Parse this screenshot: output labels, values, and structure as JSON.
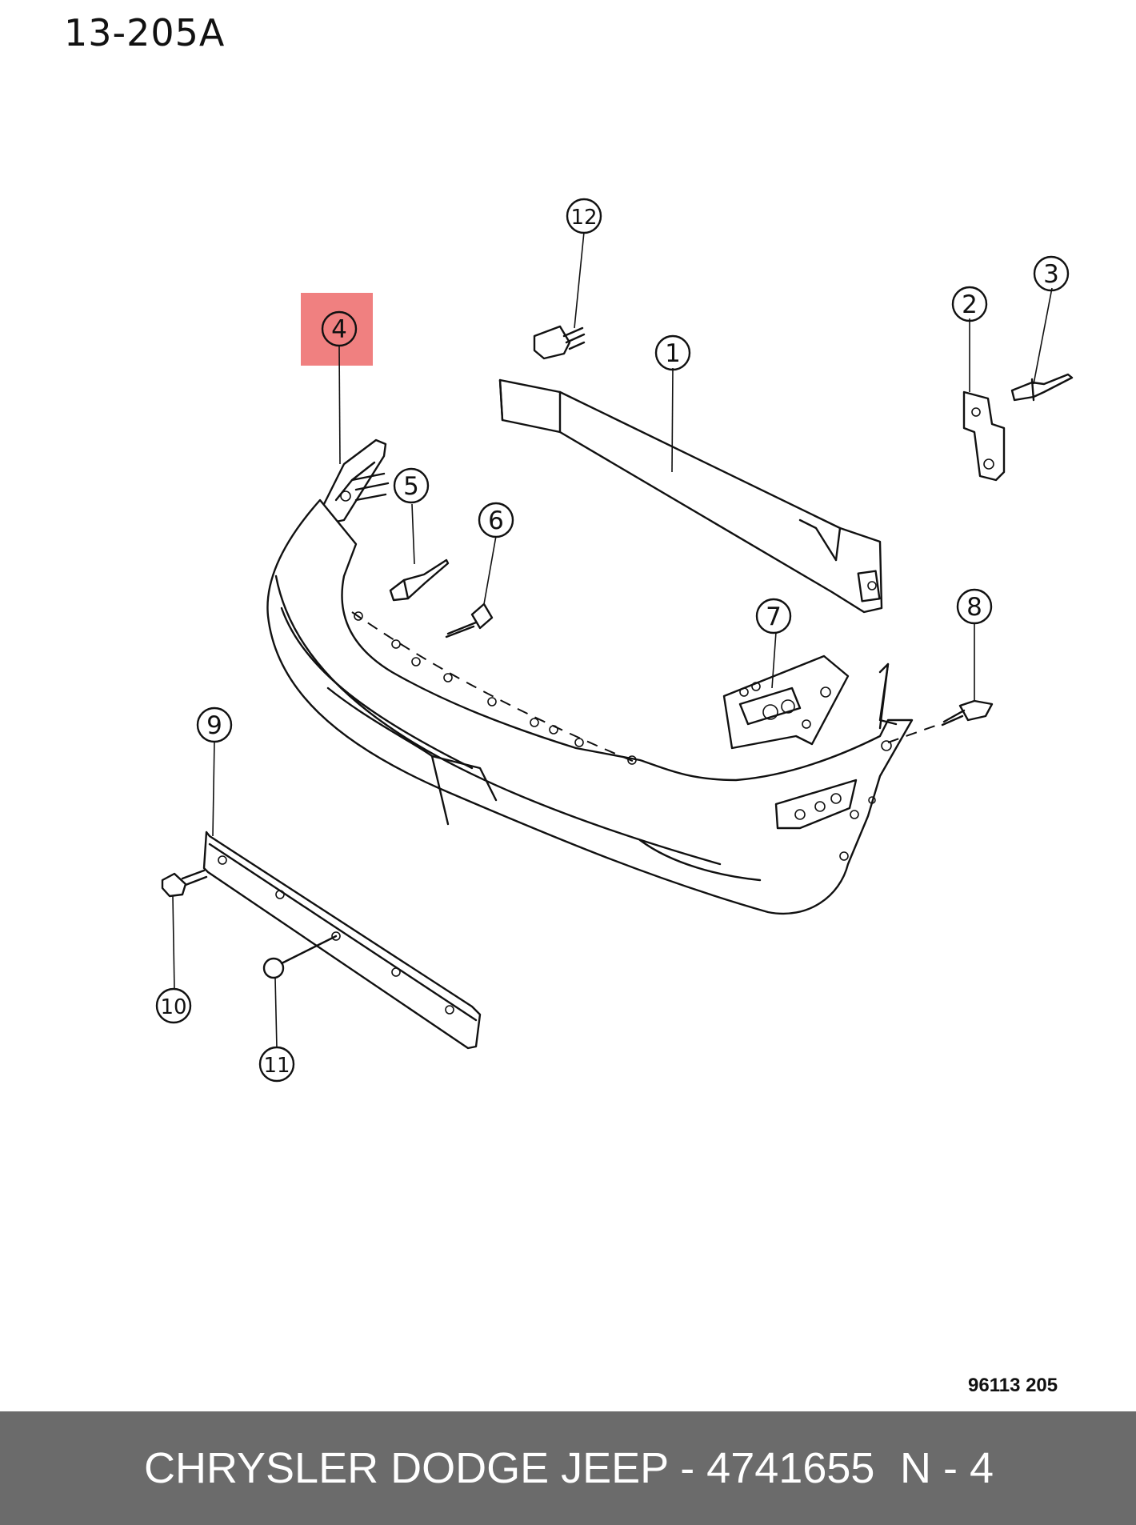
{
  "header": {
    "title": "13-205A"
  },
  "drawing_ref": "96113  205",
  "highlight": {
    "callout": "4",
    "color": "#f08080"
  },
  "callouts": [
    "1",
    "2",
    "3",
    "4",
    "5",
    "6",
    "7",
    "8",
    "9",
    "10",
    "11",
    "12"
  ],
  "footer": {
    "text": "CHRYSLER DODGE JEEP - 4741655",
    "page": "N - 4",
    "background": "#6b6b6b"
  }
}
